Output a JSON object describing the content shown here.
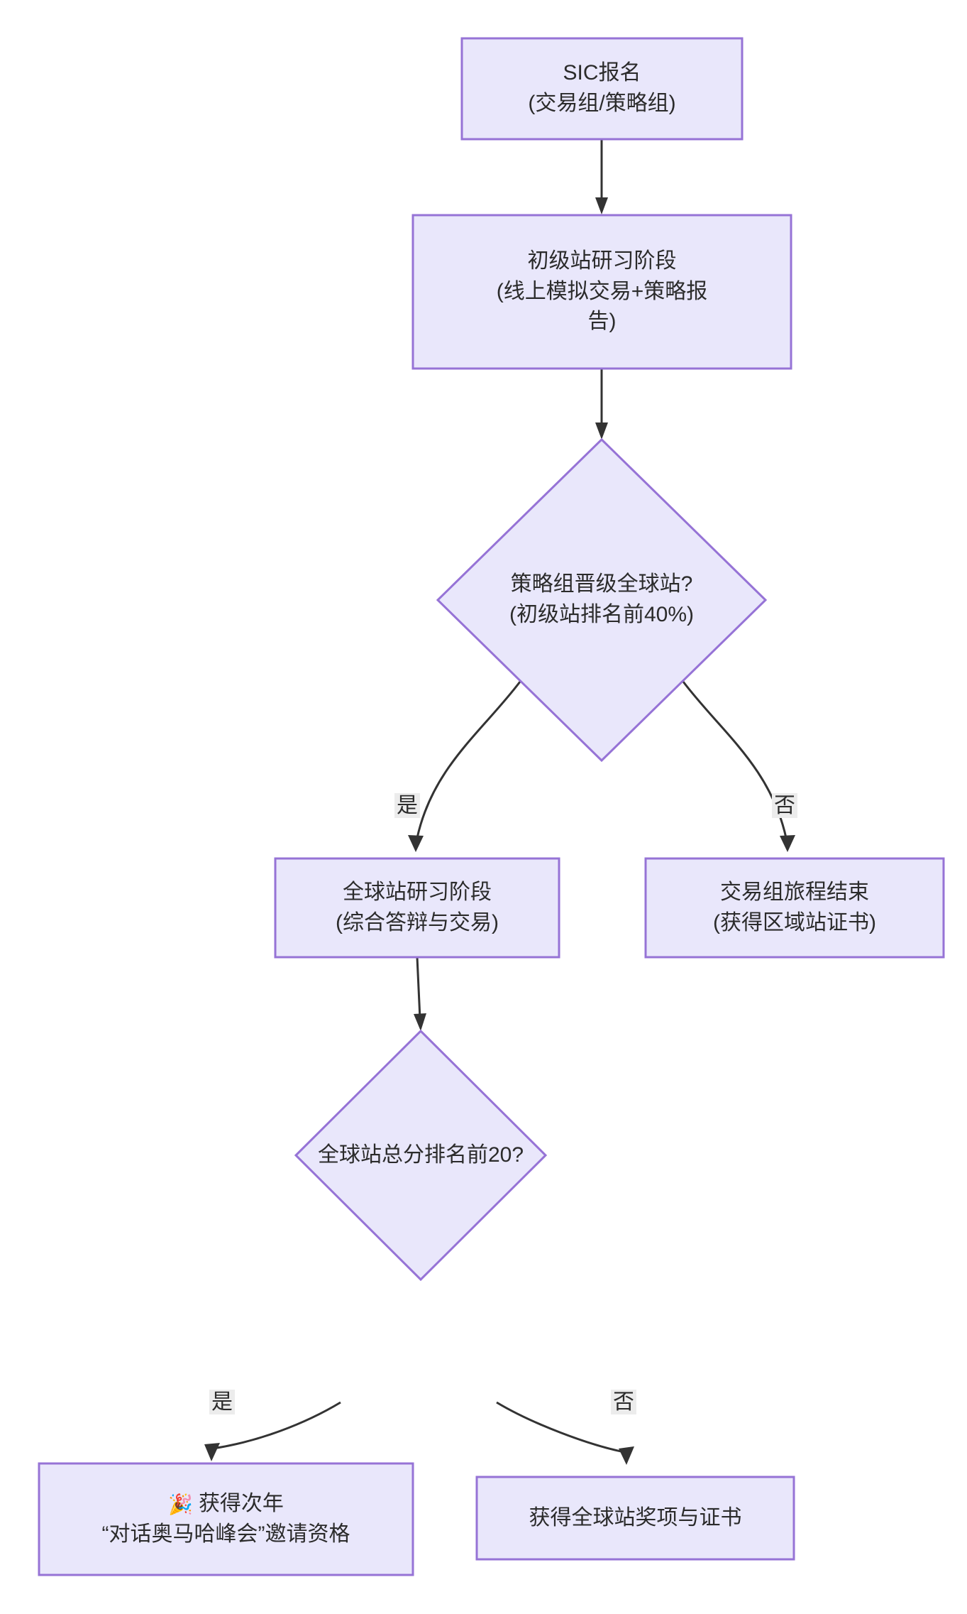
{
  "diagram": {
    "type": "flowchart",
    "direction": "top-down",
    "theme": {
      "node_fill": "#e9e7fb",
      "node_border": "#9673d6",
      "edge_color": "#333333",
      "text_color": "#2b2b2b",
      "edge_label_bg": "#ececec",
      "background": "#ffffff"
    },
    "nodes": [
      {
        "id": "n1",
        "shape": "rect",
        "lines": [
          "SIC报名",
          "(交易组/策略组)"
        ]
      },
      {
        "id": "n2",
        "shape": "rect",
        "lines": [
          "初级站研习阶段",
          "(线上模拟交易+策略报",
          "告)"
        ]
      },
      {
        "id": "n3",
        "shape": "diamond",
        "lines": [
          "策略组晋级全球站?",
          "(初级站排名前40%)"
        ]
      },
      {
        "id": "n4",
        "shape": "rect",
        "lines": [
          "全球站研习阶段",
          "(综合答辩与交易)"
        ]
      },
      {
        "id": "n5",
        "shape": "rect",
        "lines": [
          "交易组旅程结束",
          "(获得区域站证书)"
        ]
      },
      {
        "id": "n6",
        "shape": "diamond",
        "lines": [
          "全球站总分排名前20?"
        ]
      },
      {
        "id": "n7",
        "shape": "rect",
        "emoji": "🎉",
        "lines": [
          "获得次年",
          "“对话奥马哈峰会”邀请资格"
        ]
      },
      {
        "id": "n8",
        "shape": "rect",
        "lines": [
          "获得全球站奖项与证书"
        ]
      }
    ],
    "edges": [
      {
        "id": "e1",
        "from": "n1",
        "to": "n2",
        "label": ""
      },
      {
        "id": "e2",
        "from": "n2",
        "to": "n3",
        "label": ""
      },
      {
        "id": "e3",
        "from": "n3",
        "to": "n4",
        "label": "是"
      },
      {
        "id": "e4",
        "from": "n3",
        "to": "n5",
        "label": "否"
      },
      {
        "id": "e5",
        "from": "n4",
        "to": "n6",
        "label": ""
      },
      {
        "id": "e6",
        "from": "n6",
        "to": "n7",
        "label": "是"
      },
      {
        "id": "e7",
        "from": "n6",
        "to": "n8",
        "label": "否"
      }
    ]
  }
}
